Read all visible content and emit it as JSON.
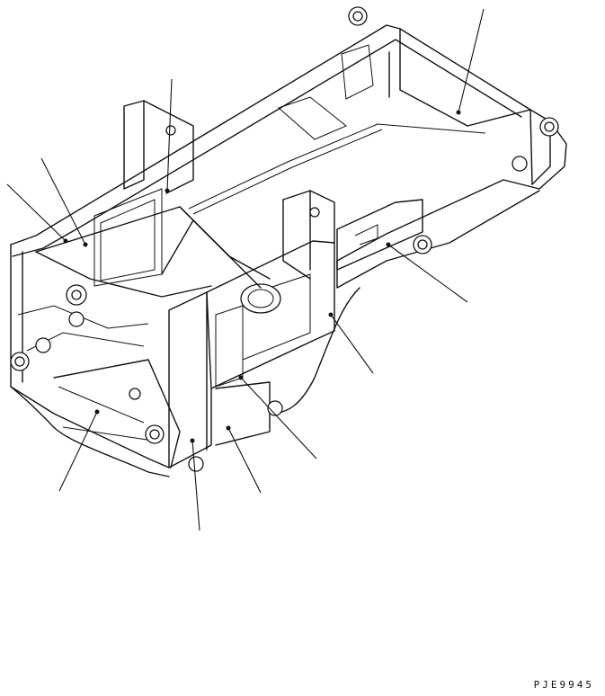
{
  "drawing": {
    "code": "PJE9945"
  },
  "leaders": [
    {
      "name": "leader-top-right"
    },
    {
      "name": "leader-upper-center"
    },
    {
      "name": "leader-upper-left-1"
    },
    {
      "name": "leader-upper-left-2"
    },
    {
      "name": "leader-right-mid"
    },
    {
      "name": "leader-right-lower"
    },
    {
      "name": "leader-lower-center-right"
    },
    {
      "name": "leader-bottom-center"
    },
    {
      "name": "leader-bottom-left"
    },
    {
      "name": "leader-bottom-center-left"
    }
  ]
}
